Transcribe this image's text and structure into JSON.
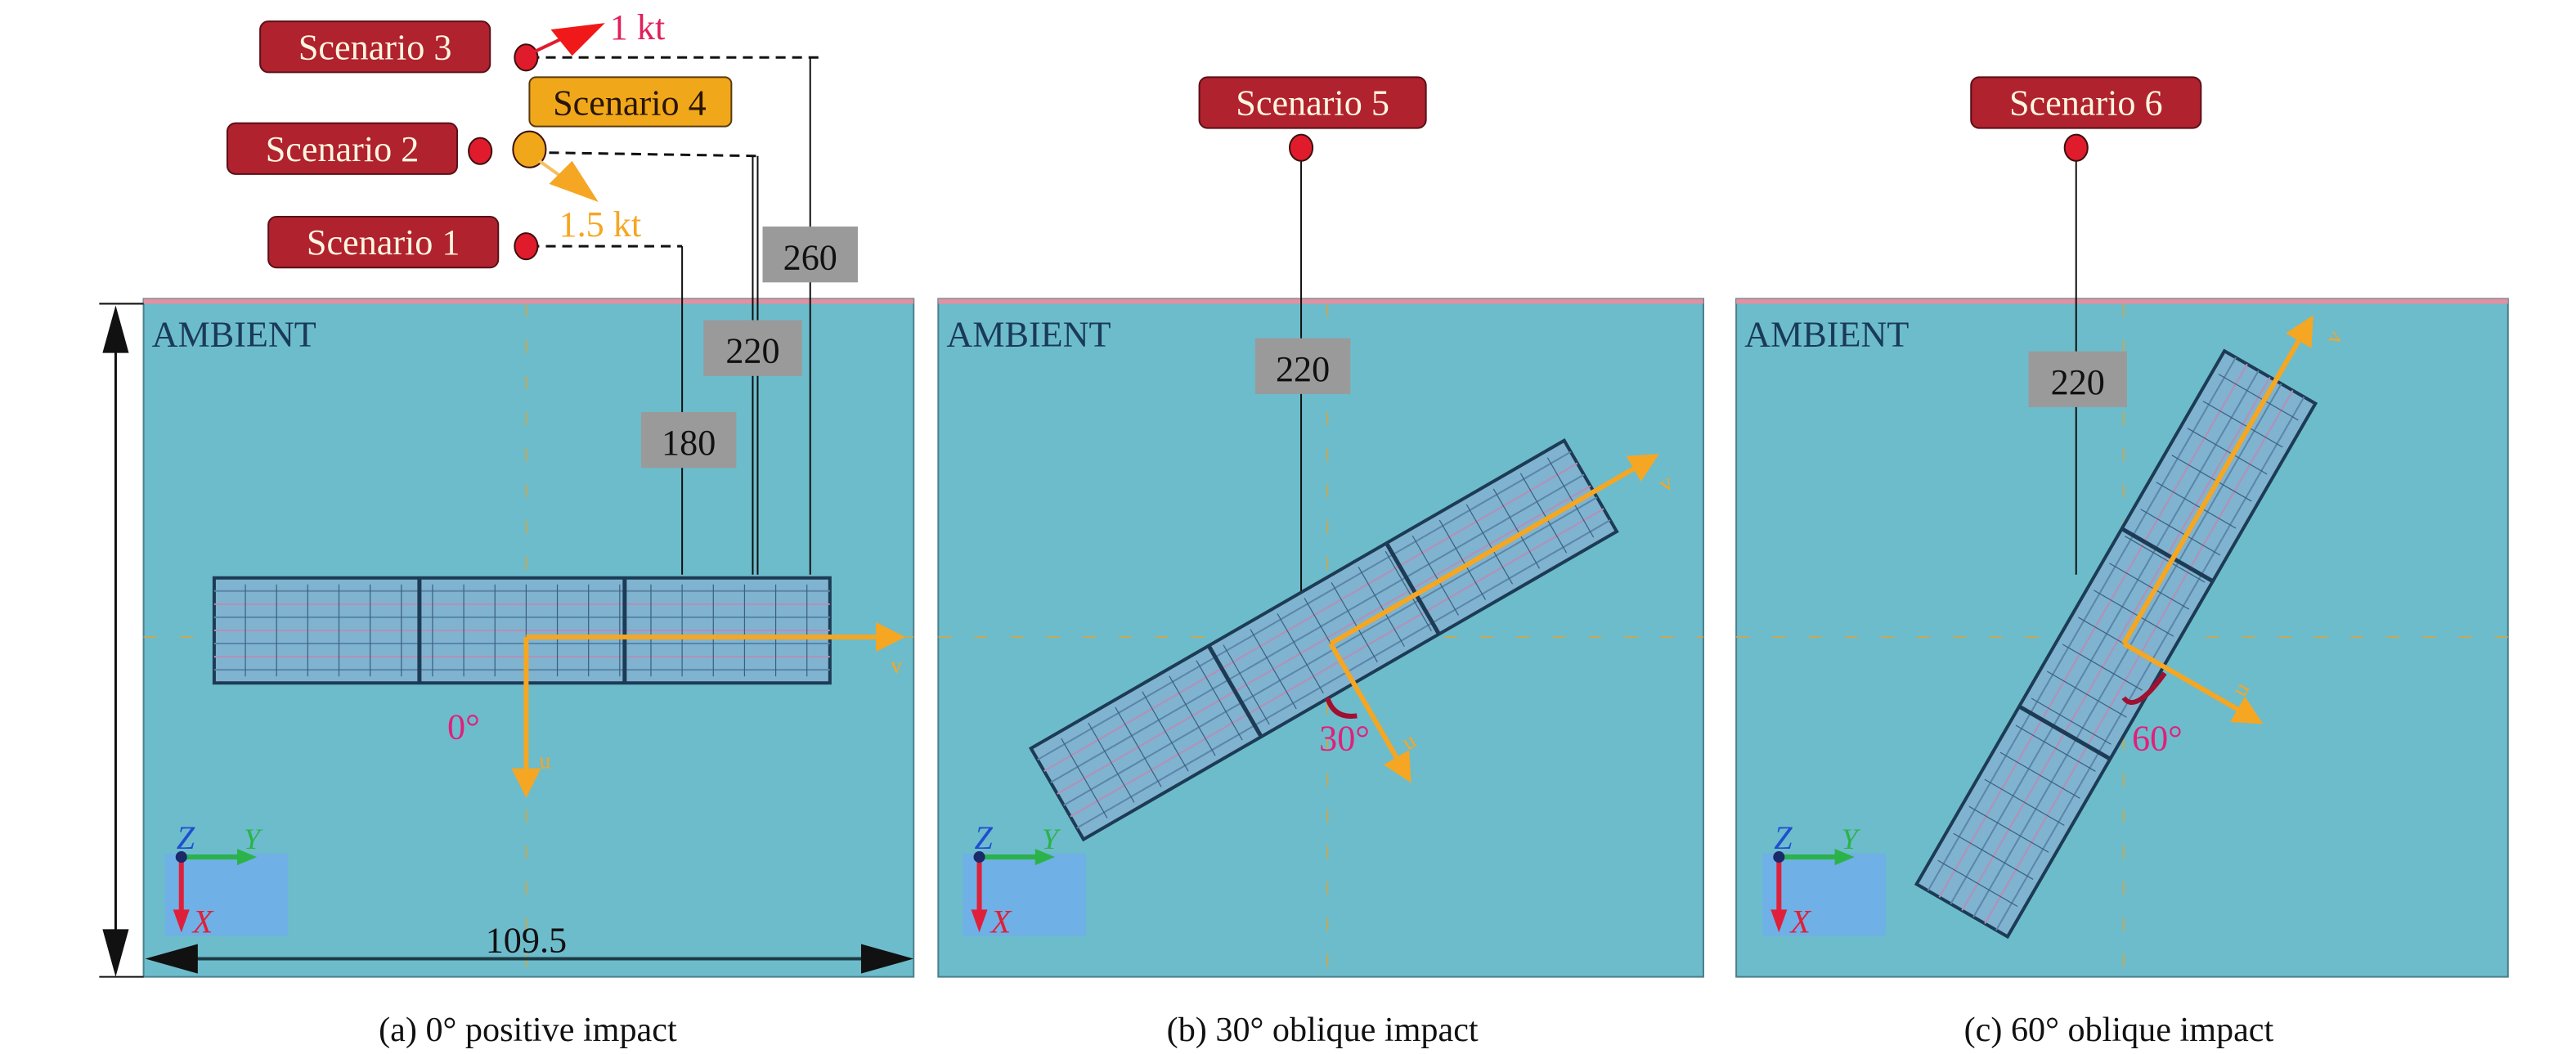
{
  "colors": {
    "ambient": "#6dbccc",
    "scenario_red": "#b0222e",
    "scenario_orange": "#f0a81a",
    "dim_box": "#9a9a9a",
    "axis_arrow": "#f5a623",
    "angle_text": "#e0207a",
    "top_stripe": "#e58fa0"
  },
  "scenarios": {
    "s1": "Scenario 1",
    "s2": "Scenario 2",
    "s3": "Scenario 3",
    "s4": "Scenario 4",
    "s5": "Scenario 5",
    "s6": "Scenario 6"
  },
  "speeds": {
    "fast": "1 kt",
    "slow": "1.5 kt"
  },
  "panels": [
    {
      "id": "a",
      "caption": "(a) 0° positive impact",
      "ambient": "AMBIENT",
      "angle": "0°",
      "angle_deg": 0,
      "heights": [
        "180",
        "220",
        "260"
      ],
      "width_dim": "109.5"
    },
    {
      "id": "b",
      "caption": "(b) 30° oblique impact",
      "ambient": "AMBIENT",
      "angle": "30°",
      "angle_deg": 30,
      "heights": [
        "220"
      ]
    },
    {
      "id": "c",
      "caption": "(c) 60° oblique impact",
      "ambient": "AMBIENT",
      "angle": "60°",
      "angle_deg": 60,
      "heights": [
        "220"
      ]
    }
  ],
  "axes_labels": {
    "u": "u",
    "v": "v",
    "x": "X",
    "y": "Y",
    "z": "Z"
  }
}
